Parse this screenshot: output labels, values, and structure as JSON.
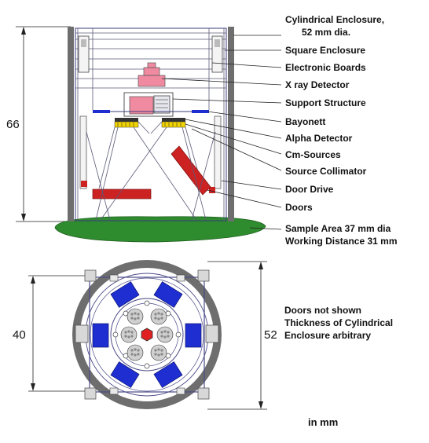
{
  "side_view": {
    "labels": [
      {
        "id": "cyl1",
        "text": "Cylindrical Enclosure,"
      },
      {
        "id": "cyl2",
        "text": "52 mm dia."
      },
      {
        "id": "square",
        "text": "Square Enclosure"
      },
      {
        "id": "boards",
        "text": "Electronic Boards"
      },
      {
        "id": "xray",
        "text": "X ray Detector"
      },
      {
        "id": "support",
        "text": "Support Structure"
      },
      {
        "id": "bayonett",
        "text": "Bayonett"
      },
      {
        "id": "alpha",
        "text": "Alpha Detector"
      },
      {
        "id": "cm",
        "text": "Cm-Sources"
      },
      {
        "id": "collimator",
        "text": "Source Collimator"
      },
      {
        "id": "drive",
        "text": "Door Drive"
      },
      {
        "id": "doors",
        "text": "Doors"
      },
      {
        "id": "sample1",
        "text": "Sample Area 37 mm dia"
      },
      {
        "id": "sample2",
        "text": "Working Distance 31 mm"
      }
    ],
    "height_dim": "66"
  },
  "top_view": {
    "inner_dim": "40",
    "outer_dim": "52",
    "notes": [
      "Doors not shown",
      "Thickness of Cylindrical",
      "Enclosure arbitrary"
    ]
  },
  "units_label": "in mm",
  "colors": {
    "enclosure": "#6e6e6e",
    "frame": "#4a4a88",
    "sample": "#2e8b2e",
    "door": "#cc2222",
    "xray": "#f08aa0",
    "detector_blue": "#1e2ed0",
    "source_hex": "#e02020"
  }
}
